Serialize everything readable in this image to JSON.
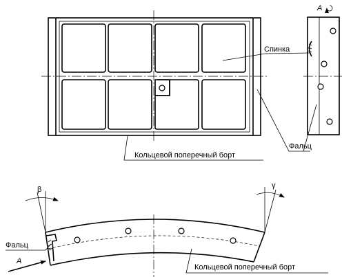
{
  "top_view": {
    "label_spinka": "Спинка",
    "label_falts": "Фальц",
    "label_ring_rib": "Кольцевой поперечный борт",
    "view_marker": "A"
  },
  "bottom_view": {
    "label_falts": "Фальц",
    "label_ring_rib": "Кольцевой поперечный борт",
    "arrow_label": "A",
    "angle_beta": "β",
    "angle_gamma": "γ"
  }
}
